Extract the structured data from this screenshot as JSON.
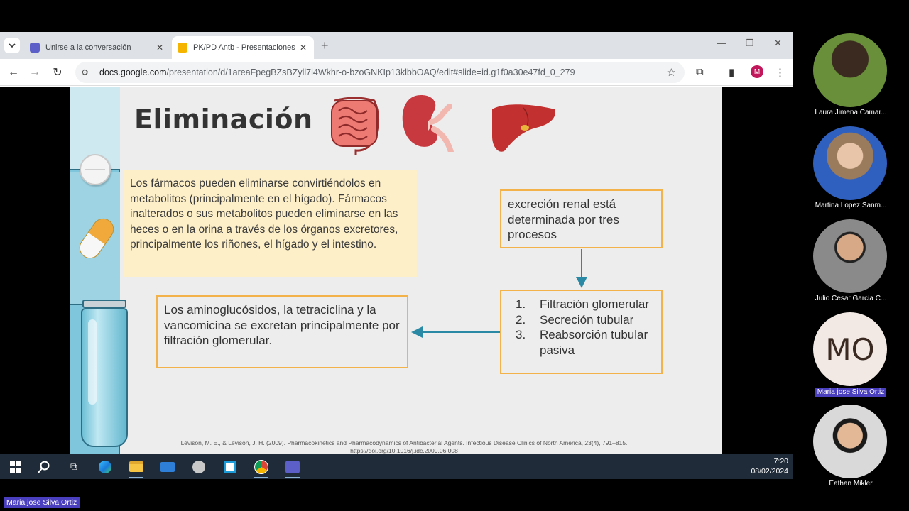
{
  "browser": {
    "tabs": [
      {
        "title": "Unirse a la conversación",
        "favicon": "teams-icon",
        "active": false
      },
      {
        "title": "PK/PD Antb - Presentaciones de",
        "favicon": "slides-icon",
        "active": true
      }
    ],
    "url_host": "docs.google.com",
    "url_path": "/presentation/d/1areaFpegBZsBZyll7i4Wkhr-o-bzoGNKIp13klbbOAQ/edit#slide=id.g1f0a30e47fd_0_279",
    "profile_initial": "M"
  },
  "slide": {
    "title": "Eliminación",
    "main_text": "Los fármacos pueden eliminarse convirtiéndolos en metabolitos (principalmente en el hígado). Fármacos inalterados o sus metabolitos pueden eliminarse en las heces o en la orina a través de los órganos excretores, principalmente los riñones, el hígado y el intestino.",
    "renal_box": "excreción renal está determinada por tres procesos",
    "processes": [
      {
        "num": "1.",
        "label": "Filtración glomerular"
      },
      {
        "num": "2.",
        "label": "Secreción tubular"
      },
      {
        "num": "3.",
        "label": "Reabsorción tubular pasiva"
      }
    ],
    "amino_box": "Los aminoglucósidos, la tetraciclina y la vancomicina se excretan principalmente por filtración glomerular.",
    "citation_line1": "Levison, M. E., & Levison, J. H. (2009). Pharmacokinetics and Pharmacodynamics of Antibacterial Agents. Infectious Disease Clinics of North America, 23(4), 791–815.",
    "citation_line2": "https://doi.org/10.1016/j.idc.2009.06.008"
  },
  "taskbar": {
    "time": "7:20",
    "date": "08/02/2024"
  },
  "participants": [
    {
      "name": "Laura Jimena Camar...",
      "initials": "",
      "color": "#6a8f3a"
    },
    {
      "name": "Martina Lopez Sanm...",
      "initials": "",
      "color": "#9a7b5b"
    },
    {
      "name": "Julio Cesar Garcia C...",
      "initials": "",
      "color": "#5b5b5b"
    },
    {
      "name": "Maria jose  Silva Ortiz",
      "initials": "MO",
      "color": "#f3e9e4"
    },
    {
      "name": "Eathan Mikler",
      "initials": "",
      "color": "#d9d9d9"
    }
  ],
  "active_speaker_label": "Maria jose  Silva Ortiz"
}
